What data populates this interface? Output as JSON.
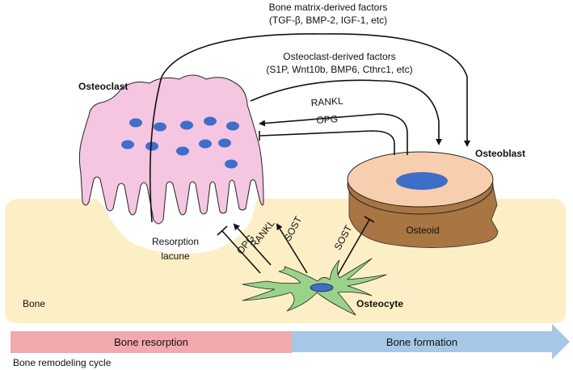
{
  "factors": {
    "bone_matrix_title": "Bone matrix-derived factors",
    "bone_matrix_list": "(TGF-β, BMP-2, IGF-1, etc)",
    "osteoclast_title": "Osteoclast-derived factors",
    "osteoclast_list": "(S1P, Wnt10b, BMP6, Cthrc1, etc)"
  },
  "cells": {
    "osteoclast": "Osteoclast",
    "osteoblast": "Osteoblast",
    "osteocyte": "Osteocyte",
    "osteoid": "Osteoid",
    "bone": "Bone",
    "resorption_lacune_line1": "Resorption",
    "resorption_lacune_line2": "lacune"
  },
  "signals": {
    "rankl_top": "RANKL",
    "opg_top": "OPG",
    "rankl_osteocyte": "RANKL",
    "opg_osteocyte": "OPG",
    "sost_left": "SOST",
    "sost_right": "SOST"
  },
  "timeline": {
    "resorption": "Bone resorption",
    "formation": "Bone formation",
    "caption": "Bone remodeling cycle"
  },
  "colors": {
    "bone": "#fcefc6",
    "osteoclast": "#f4c6e2",
    "nucleus": "#3f6ec8",
    "osteoblast": "#f8cfae",
    "osteoid": "#a87543",
    "osteocyte": "#9ad28a",
    "resorption_bar": "#f3a9ad",
    "formation_bar": "#a6c8e6"
  }
}
